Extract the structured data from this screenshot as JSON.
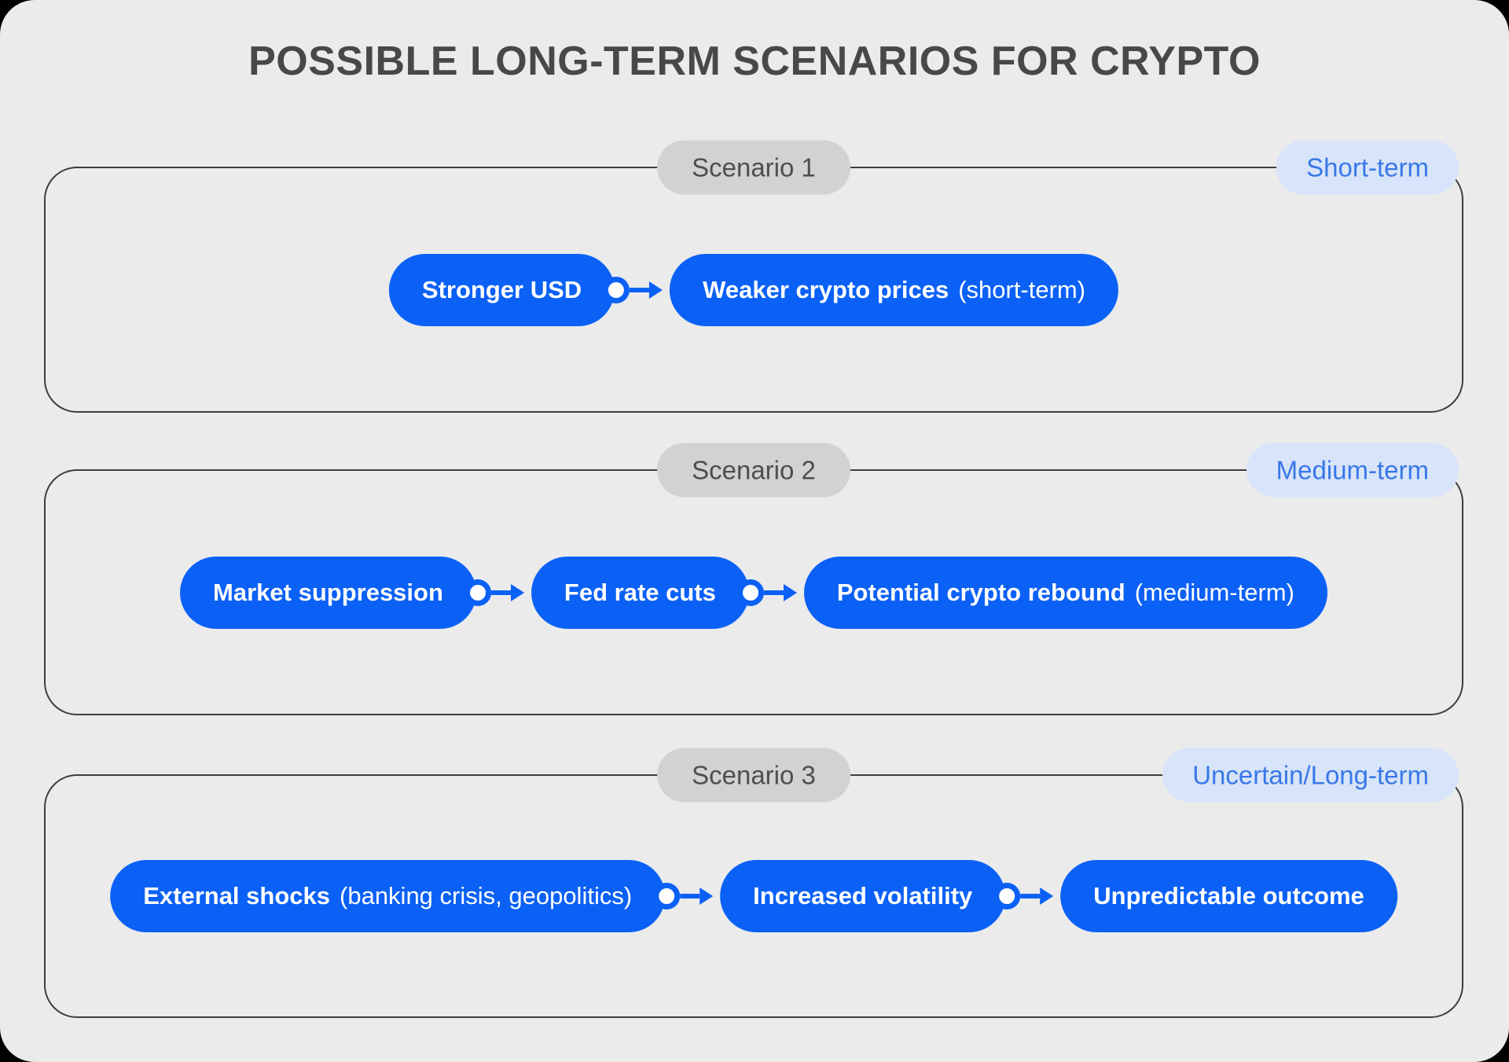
{
  "page": {
    "title": "POSSIBLE LONG-TERM SCENARIOS FOR CRYPTO"
  },
  "colors": {
    "canvas_background": "#EBEBEB",
    "node_blue": "#0B61F6",
    "node_text": "#FFFFFF",
    "scenario_label_bg": "#D2D2D2",
    "scenario_label_text": "#4E4E4E",
    "term_badge_bg": "#D8E4F9",
    "term_badge_text": "#3878E8",
    "box_border": "#3E3E3E",
    "title_text": "#484848"
  },
  "scenarios": [
    {
      "label": "Scenario 1",
      "term": "Short-term",
      "nodes": [
        {
          "bold": "Stronger USD",
          "note": ""
        },
        {
          "bold": "Weaker crypto prices",
          "note": "(short-term)"
        }
      ]
    },
    {
      "label": "Scenario 2",
      "term": "Medium-term",
      "nodes": [
        {
          "bold": "Market suppression",
          "note": ""
        },
        {
          "bold": "Fed rate cuts",
          "note": ""
        },
        {
          "bold": "Potential crypto rebound",
          "note": "(medium-term)"
        }
      ]
    },
    {
      "label": "Scenario 3",
      "term": "Uncertain/Long-term",
      "nodes": [
        {
          "bold": "External shocks",
          "note": "(banking crisis, geopolitics)"
        },
        {
          "bold": "Increased volatility",
          "note": ""
        },
        {
          "bold": "Unpredictable outcome",
          "note": ""
        }
      ]
    }
  ]
}
